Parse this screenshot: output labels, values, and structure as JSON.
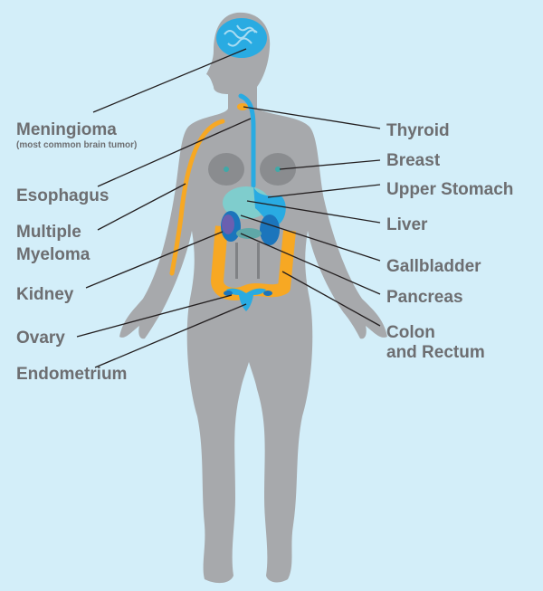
{
  "labels_left": [
    {
      "id": "meningioma",
      "text": "Meningioma"
    },
    {
      "id": "meningioma-note",
      "text": "(most common brain tumor)"
    },
    {
      "id": "esophagus",
      "text": "Esophagus"
    },
    {
      "id": "multiple",
      "text": "Multiple"
    },
    {
      "id": "myeloma",
      "text": "Myeloma"
    },
    {
      "id": "kidney",
      "text": "Kidney"
    },
    {
      "id": "ovary",
      "text": "Ovary"
    },
    {
      "id": "endometrium",
      "text": "Endometrium"
    }
  ],
  "labels_right": [
    {
      "id": "thyroid",
      "text": "Thyroid"
    },
    {
      "id": "breast",
      "text": "Breast"
    },
    {
      "id": "upper-stomach",
      "text": "Upper Stomach"
    },
    {
      "id": "liver",
      "text": "Liver"
    },
    {
      "id": "gallbladder",
      "text": "Gallbladder"
    },
    {
      "id": "pancreas",
      "text": "Pancreas"
    },
    {
      "id": "colon",
      "text": "Colon"
    },
    {
      "id": "rectum",
      "text": "and Rectum"
    }
  ],
  "colors": {
    "background": "#d3eef9",
    "body": "#a7a9ac",
    "label": "#6d6e71",
    "blue_organs": "#29abe2",
    "dark_blue": "#1b75bc",
    "teal_liver": "#7fcdcd",
    "orange": "#f7a823"
  }
}
